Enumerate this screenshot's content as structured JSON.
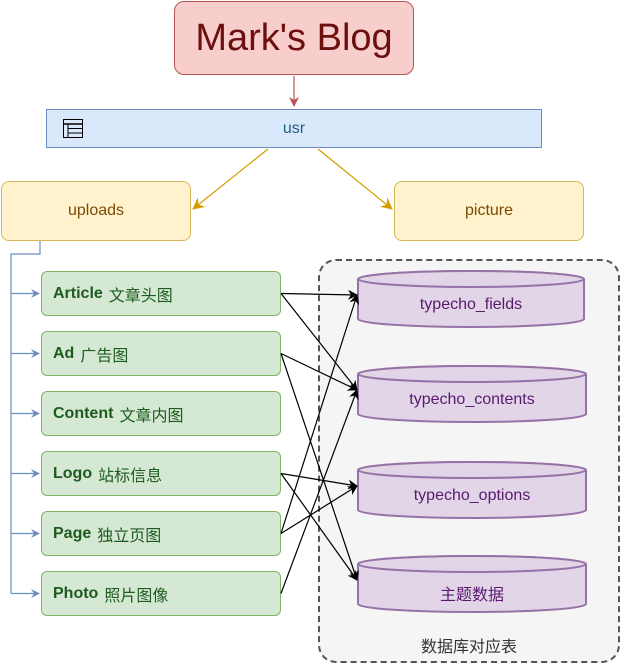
{
  "title": "Mark's Blog",
  "root": {
    "label": "usr",
    "icon": "table-icon"
  },
  "folders": {
    "uploads": "uploads",
    "picture": "picture"
  },
  "items": [
    {
      "bold": "Article",
      "text": "文章头图"
    },
    {
      "bold": "Ad",
      "text": "广告图"
    },
    {
      "bold": "Content",
      "text": "文章内图"
    },
    {
      "bold": "Logo",
      "text": "站标信息"
    },
    {
      "bold": "Page",
      "text": "独立页图"
    },
    {
      "bold": "Photo",
      "text": "照片图像"
    }
  ],
  "database": {
    "caption": "数据库对应表",
    "tables": [
      "typecho_fields",
      "typecho_contents",
      "typecho_options",
      "主题数据"
    ]
  },
  "connections": [
    [
      0,
      0
    ],
    [
      0,
      1
    ],
    [
      1,
      1
    ],
    [
      1,
      3
    ],
    [
      3,
      2
    ],
    [
      3,
      3
    ],
    [
      4,
      0
    ],
    [
      4,
      2
    ],
    [
      5,
      1
    ]
  ],
  "colors": {
    "title_fill": "#f8cecc",
    "title_stroke": "#b85450",
    "usr_fill": "#dae8fc",
    "usr_stroke": "#6c8ebf",
    "folder_fill": "#fff2cc",
    "folder_stroke": "#d6b656",
    "item_fill": "#d5e8d4",
    "item_stroke": "#82b366",
    "db_fill": "#e1d5e7",
    "db_stroke": "#9673a6",
    "arrow_folder": "#d79b00",
    "arrow_tree": "#6c8ebf"
  }
}
